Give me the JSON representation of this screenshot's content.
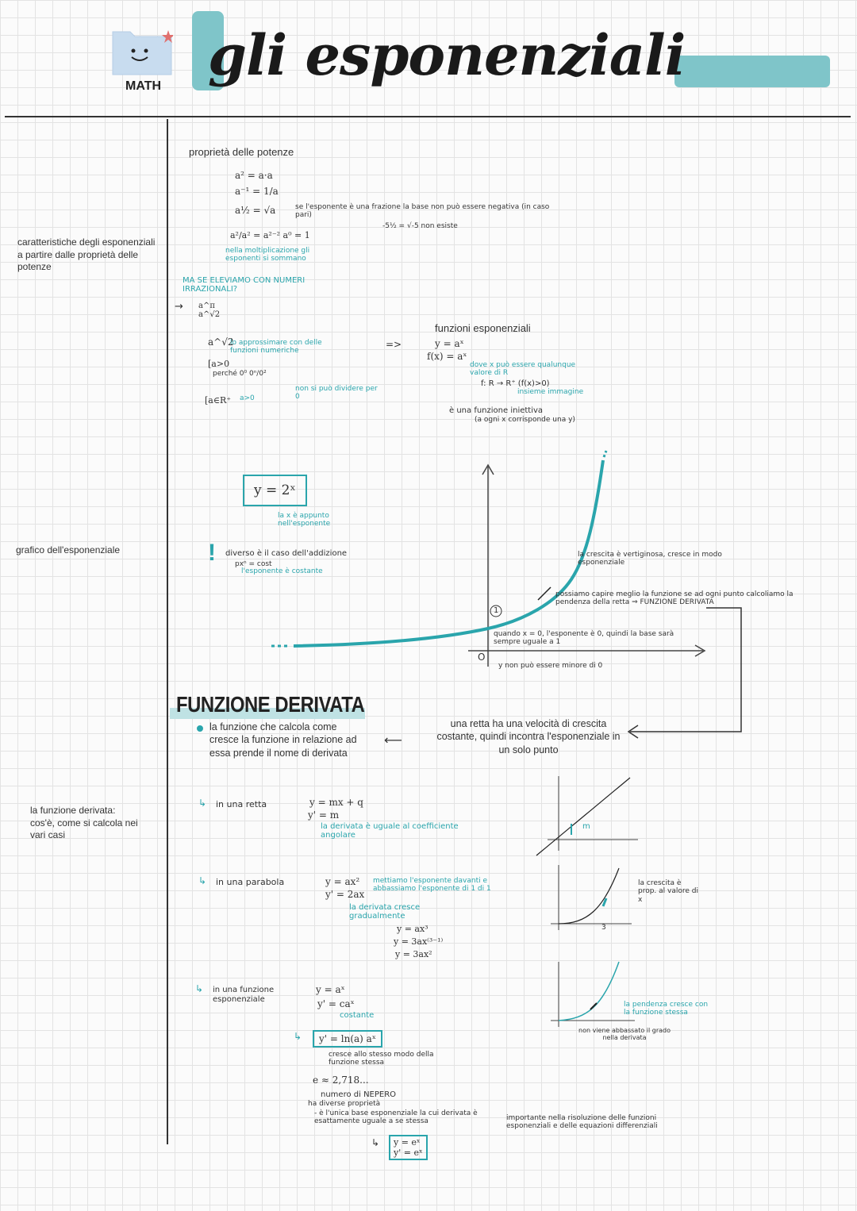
{
  "header": {
    "icon_label": "MATH",
    "title": "gli esponenziali"
  },
  "sidebar": {
    "note1": "caratteristiche degli esponenziali a partire dalle proprietà delle potenze",
    "note2": "grafico dell'esponenziale",
    "note3": "la funzione derivata: cos'è, come si calcola nei vari casi"
  },
  "properties": {
    "heading": "proprietà delle potenze",
    "p1": "a² = a·a",
    "p2": "a⁻¹ = 1/a",
    "p3": "a½ = √a",
    "p3_note": "se l'esponente è una frazione la base non può essere negativa (in caso pari)",
    "p3_example": "-5½ = √-5 non esiste",
    "p4": "a²/a² = a²⁻² a⁰ = 1",
    "p4_note": "nella moltiplicazione gli esponenti si sommano",
    "question": "MA SE ELEVIAMO CON NUMERI IRRAZIONALI?",
    "arrow_expr": "a^π  a^√2",
    "approx": "a^√2",
    "approx_note": "lo approssimare con delle funzioni numeriche",
    "cond1": "[a>0",
    "cond1_note": "perché 0⁰ 0ⁿ/0²",
    "cond1_sub": "non si può dividere per 0",
    "cond2": "[a∈R⁺",
    "cond2_note": "a>0"
  },
  "exp_functions": {
    "heading": "funzioni esponenziali",
    "f1": "y = aˣ",
    "f2": "f(x) = aˣ",
    "note1": "dove x può essere qualunque valore di R",
    "note2": "f: R → R⁺ (f(x)>0)",
    "note2b": "insieme immagine",
    "note3": "è una funzione iniettiva",
    "note3b": "(a ogni x corrisponde una y)"
  },
  "graph": {
    "formula": "y = 2ˣ",
    "formula_note": "la x è appunto nell'esponente",
    "warning": "diverso è il caso dell'addizione",
    "warning2": "pxⁿ = cost",
    "warning3": "l'esponente è costante",
    "growth_note": "la crescita è vertiginosa, cresce in modo esponenziale",
    "tangent_note": "possiamo capire meglio la funzione se ad ogni punto calcoliamo la pendenza della retta ⇒ FUNZIONE DERIVATA",
    "point_label": "1",
    "origin_label": "O",
    "x0_note": "quando x = 0, l'esponente è 0, quindi la base sarà sempre uguale a 1",
    "y_note": "y non può essere minore di 0"
  },
  "derivata": {
    "heading": "FUNZIONE DERIVATA",
    "definition": "la funzione che calcola come cresce la funzione in relazione ad essa prende il nome di derivata",
    "retta_note": "una retta ha una velocità di crescita costante, quindi incontra l'esponenziale in un solo punto",
    "case1_label": "in una retta",
    "case1_f": "y = mx + q",
    "case1_d": "y' = m",
    "case1_note": "la derivata è uguale al coefficiente angolare",
    "case1_m": "m",
    "case2_label": "in una parabola",
    "case2_f": "y = ax²",
    "case2_d": "y' = 2ax",
    "case2_note": "mettiamo l'esponente davanti e abbassiamo l'esponente di 1 di 1",
    "case2_note2": "la derivata cresce gradualmente",
    "case2_e1": "y = ax³",
    "case2_e2": "y = 3ax⁽³⁻¹⁾",
    "case2_e3": "y = 3ax²",
    "case2_graph_note": "la crescita è prop. al valore di x",
    "case2_tick": "3",
    "case3_label": "in una funzione esponenziale",
    "case3_f": "y = aˣ",
    "case3_d": "y' = caˣ",
    "case3_c": "costante",
    "case3_box": "y' = ln(a) aˣ",
    "case3_note": "cresce allo stesso modo della funzione stessa",
    "case3_graph_note": "la pendenza cresce con la funzione stessa",
    "case3_graph_note2": "non viene abbassato il grado nella derivata",
    "e_value": "e ≈ 2,718...",
    "nepero": "numero di NEPERO",
    "props": "ha diverse proprietà",
    "prop1": "- è l'unica base esponenziale la cui derivata è esattamente uguale a se stessa",
    "prop_important": "importante nella risoluzione delle funzioni esponenziali e delle equazioni differenziali",
    "e_box1": "y = eˣ",
    "e_box2": "y' = eˣ"
  },
  "colors": {
    "accent": "#2aa5ac",
    "title_bar": "#7fc5c9"
  }
}
